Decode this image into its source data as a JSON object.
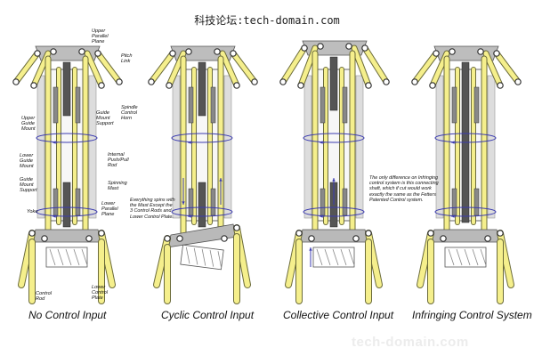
{
  "watermark_top": "科技论坛:tech-domain.com",
  "watermark_bottom": "tech-domain.com",
  "captions": [
    "No Control Input",
    "Cyclic Control Input",
    "Collective Control Input",
    "Infringing Control System"
  ],
  "labels": {
    "upper_parallel_plane": "Upper\nParallel\nPlane",
    "pitch_link": "Pitch\nLink",
    "spindle_control_horn": "Spindle\nControl\nHorn",
    "guide_mount_support_top": "Guide\nMount\nSupport",
    "upper_guide_mount": "Upper\nGuide\nMount",
    "internal_push_pull_rod": "Internal\nPush/Pull\nRod",
    "lower_guide_mount": "Lower\nGuide\nMount",
    "spinning_mast": "Spinning\nMast",
    "guide_mount_support_bottom": "Guide\nMount\nSupport",
    "yoke": "Yoke",
    "lower_parallel_plane": "Lower\nParallel\nPlane",
    "control_rod": "Control\nRod",
    "lower_control_plate": "Lower\nControl\nPlate",
    "everything_spins": "Everything spins with\nthe Mast Except the\n3 Control Rods and\nLower Control Plate."
  },
  "infringing_note": "The only difference on Infringing\ncontrol system is this connecting\nshaft, which if cut would work\nexactly the same as the Fetters\nPatented Control system.",
  "colors": {
    "rod_yellow": "#f5ef8c",
    "rod_outline": "#6b6b3a",
    "mast_gray": "#555555",
    "arrow_blue": "#3b3bb0",
    "plate_gray": "#b9b9b9"
  }
}
